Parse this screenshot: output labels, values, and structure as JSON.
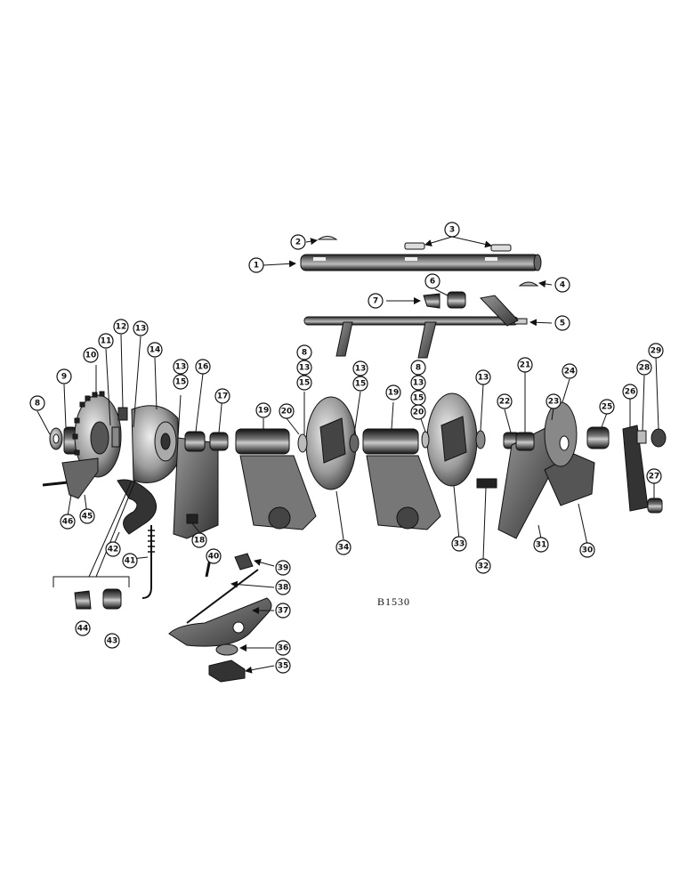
{
  "figure_code": "B1530",
  "callouts": [
    {
      "id": "c1",
      "label": "1"
    },
    {
      "id": "c2",
      "label": "2"
    },
    {
      "id": "c3",
      "label": "3"
    },
    {
      "id": "c4",
      "label": "4"
    },
    {
      "id": "c5",
      "label": "5"
    },
    {
      "id": "c6",
      "label": "6"
    },
    {
      "id": "c7",
      "label": "7"
    },
    {
      "id": "c8a",
      "label": "8"
    },
    {
      "id": "c9",
      "label": "9"
    },
    {
      "id": "c10",
      "label": "10"
    },
    {
      "id": "c11",
      "label": "11"
    },
    {
      "id": "c12",
      "label": "12"
    },
    {
      "id": "c13a",
      "label": "13"
    },
    {
      "id": "c14",
      "label": "14"
    },
    {
      "id": "c13b",
      "label": "13"
    },
    {
      "id": "c15a",
      "label": "15"
    },
    {
      "id": "c16",
      "label": "16"
    },
    {
      "id": "c17",
      "label": "17"
    },
    {
      "id": "c18",
      "label": "18"
    },
    {
      "id": "c19a",
      "label": "19"
    },
    {
      "id": "c20a",
      "label": "20"
    },
    {
      "id": "c8b",
      "label": "8"
    },
    {
      "id": "c13c",
      "label": "13"
    },
    {
      "id": "c15b",
      "label": "15"
    },
    {
      "id": "c13d",
      "label": "13"
    },
    {
      "id": "c15c",
      "label": "15"
    },
    {
      "id": "c19b",
      "label": "19"
    },
    {
      "id": "c8c",
      "label": "8"
    },
    {
      "id": "c13e",
      "label": "13"
    },
    {
      "id": "c15d",
      "label": "15"
    },
    {
      "id": "c20b",
      "label": "20"
    },
    {
      "id": "c13f",
      "label": "13"
    },
    {
      "id": "c22",
      "label": "22"
    },
    {
      "id": "c21",
      "label": "21"
    },
    {
      "id": "c23",
      "label": "23"
    },
    {
      "id": "c24",
      "label": "24"
    },
    {
      "id": "c25",
      "label": "25"
    },
    {
      "id": "c26",
      "label": "26"
    },
    {
      "id": "c28",
      "label": "28"
    },
    {
      "id": "c29",
      "label": "29"
    },
    {
      "id": "c27",
      "label": "27"
    },
    {
      "id": "c46",
      "label": "46"
    },
    {
      "id": "c45",
      "label": "45"
    },
    {
      "id": "c42",
      "label": "42"
    },
    {
      "id": "c41",
      "label": "41"
    },
    {
      "id": "c40",
      "label": "40"
    },
    {
      "id": "c39",
      "label": "39"
    },
    {
      "id": "c38",
      "label": "38"
    },
    {
      "id": "c37",
      "label": "37"
    },
    {
      "id": "c36",
      "label": "36"
    },
    {
      "id": "c35",
      "label": "35"
    },
    {
      "id": "c44",
      "label": "44"
    },
    {
      "id": "c43",
      "label": "43"
    },
    {
      "id": "c34",
      "label": "34"
    },
    {
      "id": "c33",
      "label": "33"
    },
    {
      "id": "c32",
      "label": "32"
    },
    {
      "id": "c31",
      "label": "31"
    },
    {
      "id": "c30",
      "label": "30"
    }
  ]
}
